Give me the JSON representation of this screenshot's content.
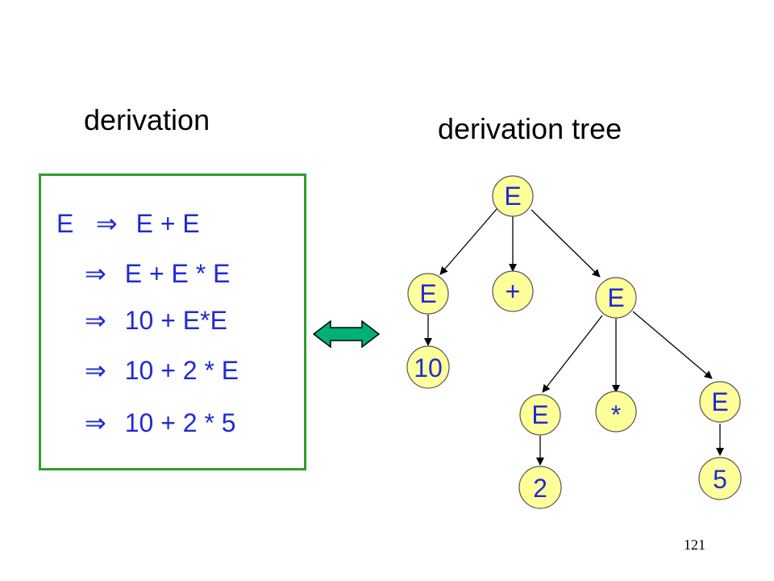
{
  "titles": {
    "left": "derivation",
    "right": "derivation tree"
  },
  "derivation": {
    "start_symbol": "E",
    "implies_symbol": "⇒",
    "steps": [
      "E + E",
      "E + E * E",
      "10 + E*E",
      "10 + 2 * E",
      "10 + 2 * 5"
    ]
  },
  "tree": {
    "nodes": {
      "root": "E",
      "left_e": "E",
      "plus": "+",
      "right_e": "E",
      "ten": "10",
      "mul_left_e": "E",
      "star": "*",
      "mul_right_e": "E",
      "two": "2",
      "five": "5"
    }
  },
  "page_number": "121",
  "colors": {
    "text_blue": "#1f2bd6",
    "box_border": "#2e9e2e",
    "node_fill": "#ffff99",
    "arrow_fill": "#00b074"
  }
}
